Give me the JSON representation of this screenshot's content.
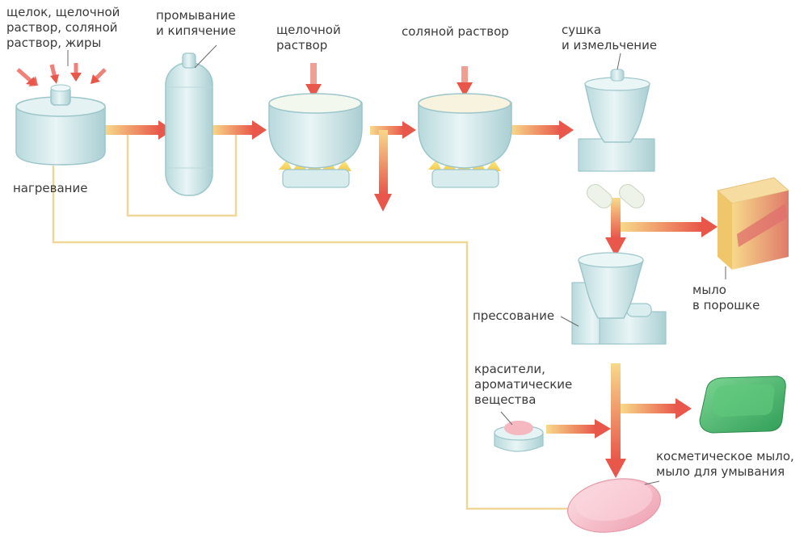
{
  "labels": {
    "ingredients": [
      "щелок, щелочной",
      "раствор, соляной",
      "раствор, жиры"
    ],
    "heating": "нагревание",
    "washing": [
      "промывание",
      "и кипячение"
    ],
    "alkaline": [
      "щелочной",
      "раствор"
    ],
    "salt": "соляной раствор",
    "drying": [
      "сушка",
      "и измельчение"
    ],
    "powder": [
      "мыло",
      "в порошке"
    ],
    "pressing": "прессование",
    "dyes": [
      "красители,",
      "ароматические",
      "вещества"
    ],
    "cosmetic": [
      "косметическое мыло,",
      "мыло для умывания"
    ]
  },
  "colors": {
    "pipe": "#efd79a",
    "arrow_red": "#e8574a",
    "arrow_orange": "#f3a35a",
    "vessel_fill": "#d3eaec",
    "vessel_stroke": "#9dc6ca",
    "flame": "#f8e26a",
    "soap_green": "#49b96c",
    "soap_pink": "#f6c2cc",
    "box_orange": "#f1c25f",
    "box_red": "#df6f6c"
  }
}
